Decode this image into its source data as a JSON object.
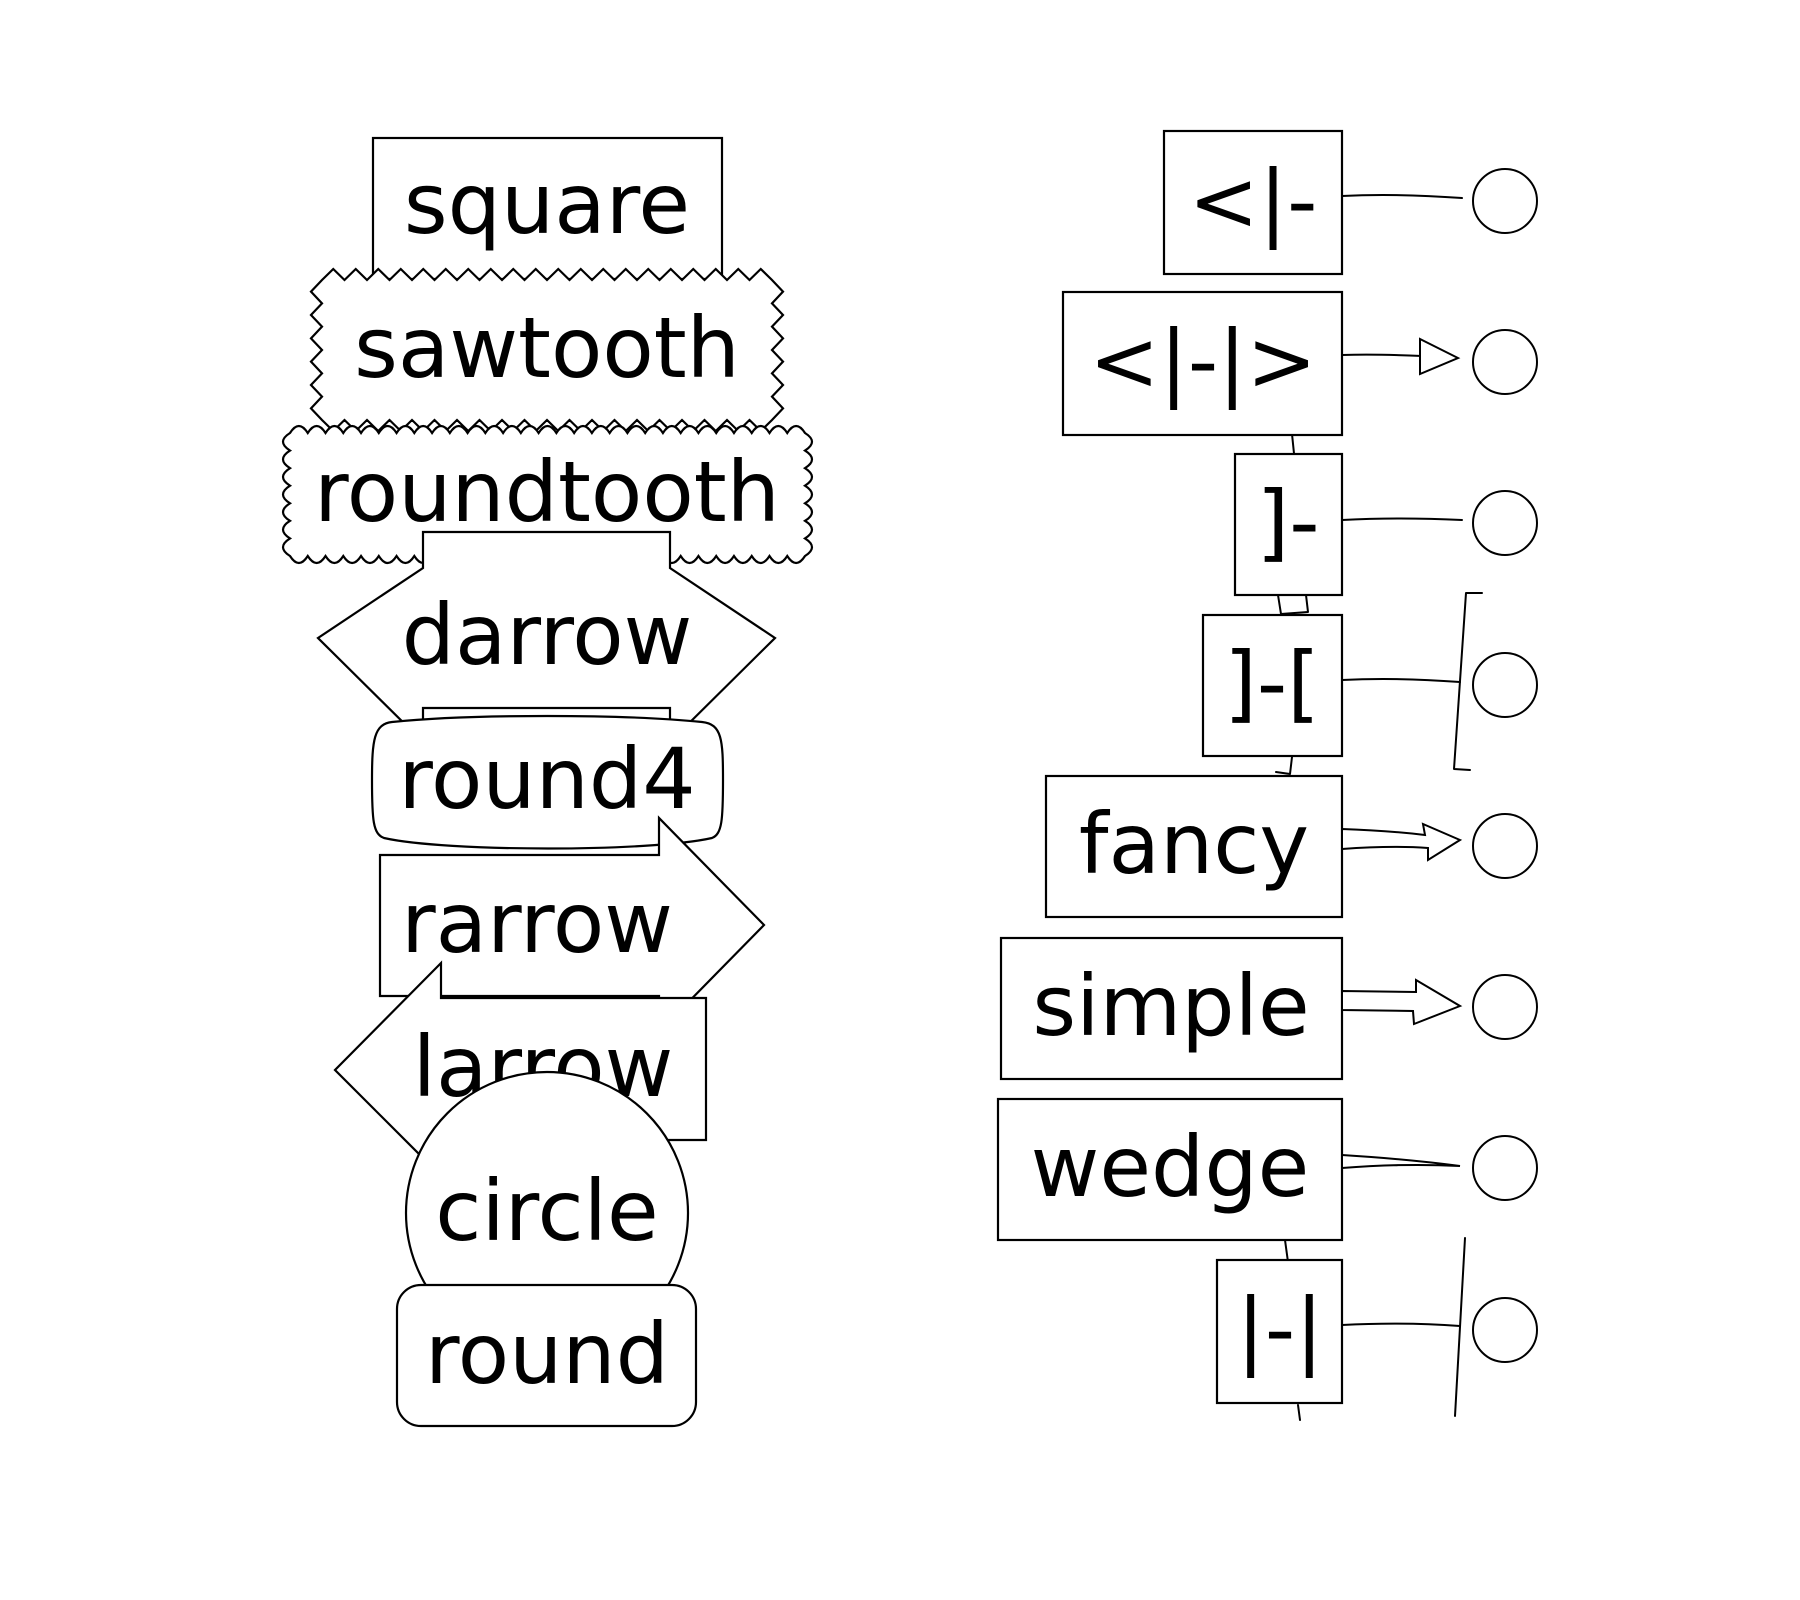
{
  "box_styles": [
    {
      "id": "square",
      "label": "square"
    },
    {
      "id": "sawtooth",
      "label": "sawtooth"
    },
    {
      "id": "roundtooth",
      "label": "roundtooth"
    },
    {
      "id": "darrow",
      "label": "darrow"
    },
    {
      "id": "round4",
      "label": "round4"
    },
    {
      "id": "rarrow",
      "label": "rarrow"
    },
    {
      "id": "larrow",
      "label": "larrow"
    },
    {
      "id": "circle",
      "label": "circle"
    },
    {
      "id": "round",
      "label": "round"
    }
  ],
  "arrow_styles": [
    {
      "id": "fill-left",
      "label": "<|-"
    },
    {
      "id": "fill-both",
      "label": "<|-|>"
    },
    {
      "id": "bracket-a",
      "label": "]-"
    },
    {
      "id": "bracket-ab",
      "label": "]-["
    },
    {
      "id": "fancy",
      "label": "fancy"
    },
    {
      "id": "simple",
      "label": "simple"
    },
    {
      "id": "wedge",
      "label": "wedge"
    },
    {
      "id": "bar",
      "label": "|-|"
    }
  ],
  "colors": {
    "stroke": "#000000",
    "fill": "#ffffff",
    "background": "#ffffff"
  }
}
